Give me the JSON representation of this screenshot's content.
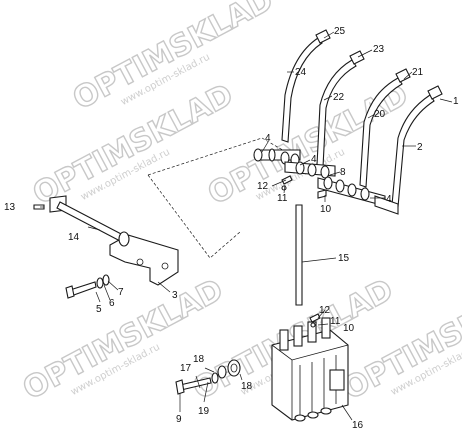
{
  "watermark": {
    "brand": "OPTIMSKLAD",
    "url": "www.optim-sklad.ru"
  },
  "callouts": [
    "1",
    "2",
    "3",
    "4",
    "5",
    "6",
    "7",
    "8",
    "9",
    "10",
    "11",
    "12",
    "13",
    "14",
    "15",
    "16",
    "17",
    "18",
    "19",
    "20",
    "21",
    "22",
    "23",
    "24",
    "25"
  ]
}
